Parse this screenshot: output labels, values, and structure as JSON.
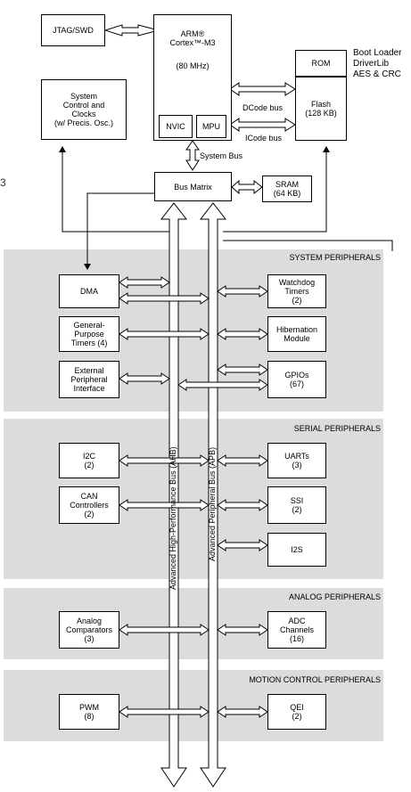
{
  "cpu": {
    "name": "ARM®\nCortex™-M3",
    "freq": "(80 MHz)",
    "nvic": "NVIC",
    "mpu": "MPU"
  },
  "jtag": "JTAG/SWD",
  "sysctl": "System\nControl and\nClocks\n(w/ Precis. Osc.)",
  "rom": "ROM",
  "flash": "Flash\n(128 KB)",
  "rom_contents": "Boot Loader\nDriverLib\nAES & CRC",
  "dcode": "DCode bus",
  "icode": "ICode bus",
  "system_bus": "System Bus",
  "bus_matrix": "Bus Matrix",
  "sram": "SRAM\n(64 KB)",
  "side_mark": "3",
  "ahb_label": "Advanced High-Performance Bus (AHB)",
  "apb_label": "Advanced Peripheral Bus (APB)",
  "sections": {
    "system": "SYSTEM PERIPHERALS",
    "serial": "SERIAL PERIPHERALS",
    "analog": "ANALOG PERIPHERALS",
    "motion": "MOTION CONTROL PERIPHERALS"
  },
  "periph": {
    "dma": "DMA",
    "gpt": "General-\nPurpose\nTimers (4)",
    "epi": "External\nPeripheral\nInterface",
    "wdt": "Watchdog\nTimers\n(2)",
    "hib": "Hibernation\nModule",
    "gpio": "GPIOs\n(67)",
    "i2c": "I2C\n(2)",
    "can": "CAN\nControllers\n(2)",
    "uart": "UARTs\n(3)",
    "ssi": "SSI\n(2)",
    "i2s": "I2S",
    "comp": "Analog\nComparators\n(3)",
    "adc": "ADC\nChannels\n(16)",
    "pwm": "PWM\n(8)",
    "qei": "QEI\n(2)"
  }
}
